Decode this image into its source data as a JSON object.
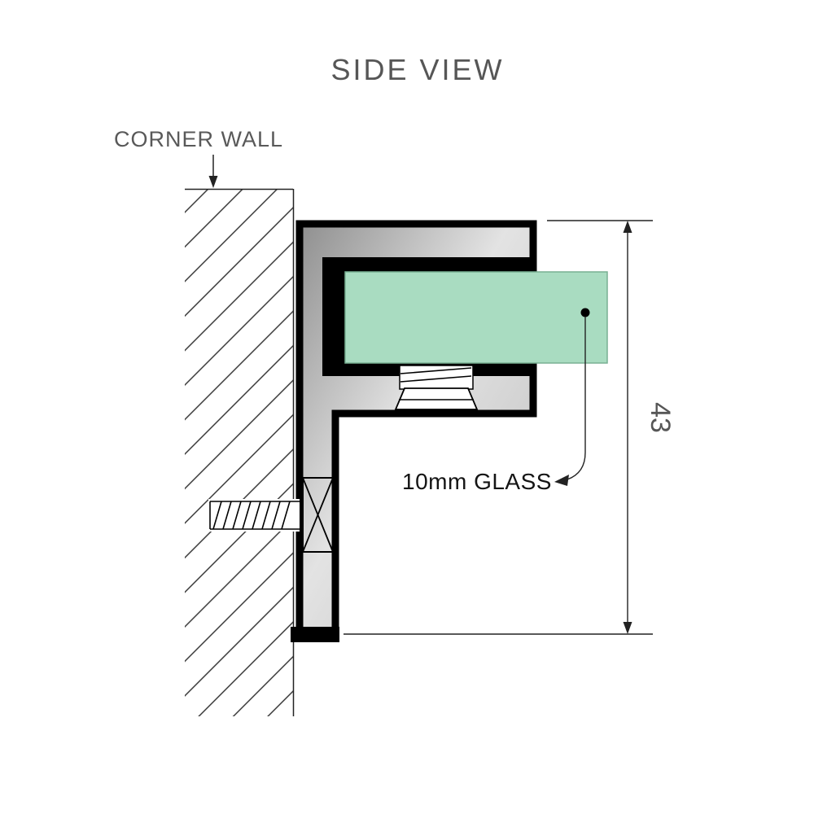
{
  "title": "SIDE VIEW",
  "diagram": {
    "type": "technical-drawing-side-view",
    "wall_label": "CORNER WALL",
    "glass_label": "10mm GLASS",
    "dimension_value": "43",
    "dimension_unit_note": "43",
    "parts": [
      "corner wall with hatching",
      "wall-mounted F-shaped bracket profile",
      "channel liner",
      "10mm glass panel",
      "grub screw under glass",
      "wall fixing screw"
    ],
    "colors": {
      "glass": "#a9dcc1",
      "glass_edge": "#79b093",
      "metal_light": "#e3e3e3",
      "metal_dark": "#8f8f8f",
      "outline": "#000000",
      "label_gray": "#595959",
      "label_black": "#141414"
    }
  }
}
